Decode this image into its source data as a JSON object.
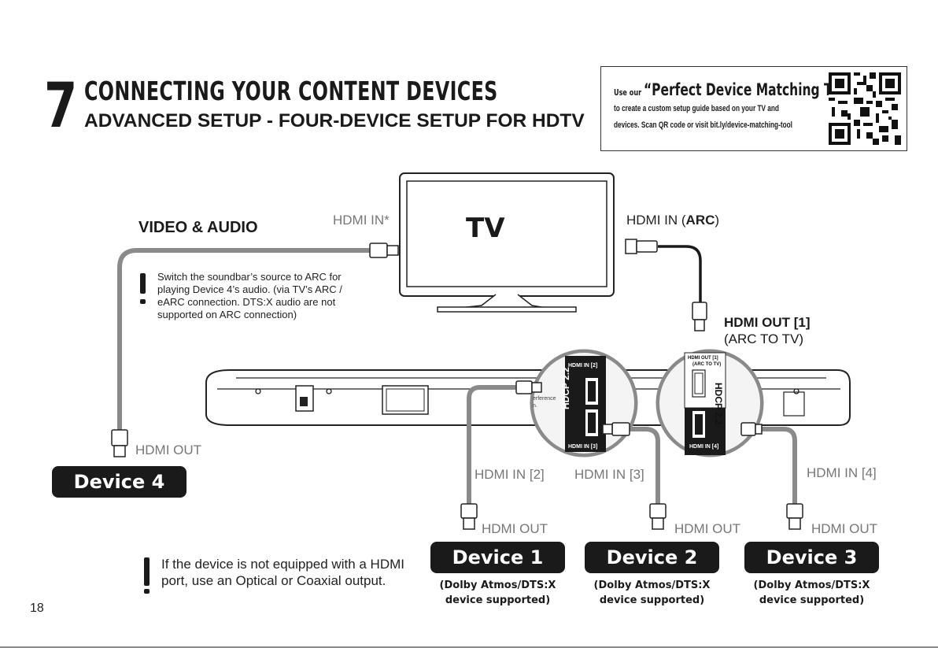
{
  "header": {
    "step_number": "7",
    "title": "CONNECTING YOUR CONTENT DEVICES",
    "subtitle": "ADVANCED SETUP - FOUR-DEVICE SETUP FOR HDTV"
  },
  "tool_box": {
    "prefix": "Use our",
    "tool_name": "“Perfect Device Matching Tool”",
    "line2": "to create a custom setup guide based on your TV and",
    "line3": "devices. Scan QR code or visit bit.ly/device-matching-tool",
    "qr_icon": "qr-code-icon"
  },
  "tv": {
    "label": "TV",
    "hdmi_in_label": "HDMI IN*",
    "hdmi_arc_prefix": "HDMI IN (",
    "hdmi_arc_bold": "ARC",
    "hdmi_arc_suffix": ")"
  },
  "video_audio_label": "VIDEO & AUDIO",
  "arc_note": {
    "line1": "Switch the soundbar’s source to ARC for",
    "line2": "playing Device 4’s audio. (via TV’s ARC /",
    "line3": "eARC connection. DTS:X audio are not",
    "line4": "supported on ARC connection)"
  },
  "soundbar_out": {
    "title": "HDMI OUT [1]",
    "sub": "(ARC TO TV)"
  },
  "zoom_left": {
    "top_label": "HDMI IN [2]",
    "side_label": "HDCP 2.2",
    "bottom_label": "HDMI IN [3]",
    "partial_text1": "erference",
    "partial_text2": "n."
  },
  "zoom_right": {
    "top_label": "HDMI OUT [1]",
    "top_sub": "(ARC TO TV)",
    "side_label": "HDCP 2.2",
    "bottom_label": "HDMI IN [4]"
  },
  "inputs": {
    "in2": "HDMI IN [2]",
    "in3": "HDMI IN [3]",
    "in4": "HDMI IN [4]"
  },
  "devices": [
    {
      "out_label": "HDMI OUT",
      "name": "Device 4",
      "support1": "",
      "support2": ""
    },
    {
      "out_label": "HDMI OUT",
      "name": "Device 1",
      "support1": "(Dolby Atmos/DTS:X",
      "support2": "device supported)"
    },
    {
      "out_label": "HDMI OUT",
      "name": "Device 2",
      "support1": "(Dolby Atmos/DTS:X",
      "support2": "device supported)"
    },
    {
      "out_label": "HDMI OUT",
      "name": "Device 3",
      "support1": "(Dolby Atmos/DTS:X",
      "support2": "device supported)"
    }
  ],
  "bottom_note": {
    "line1": "If the device is not equipped with a HDMI",
    "line2": "port, use an Optical or Coaxial output."
  },
  "page_number": "18",
  "colors": {
    "ink": "#1a1a1a",
    "cable_grey": "#8a8a8a",
    "label_grey": "#777777"
  }
}
